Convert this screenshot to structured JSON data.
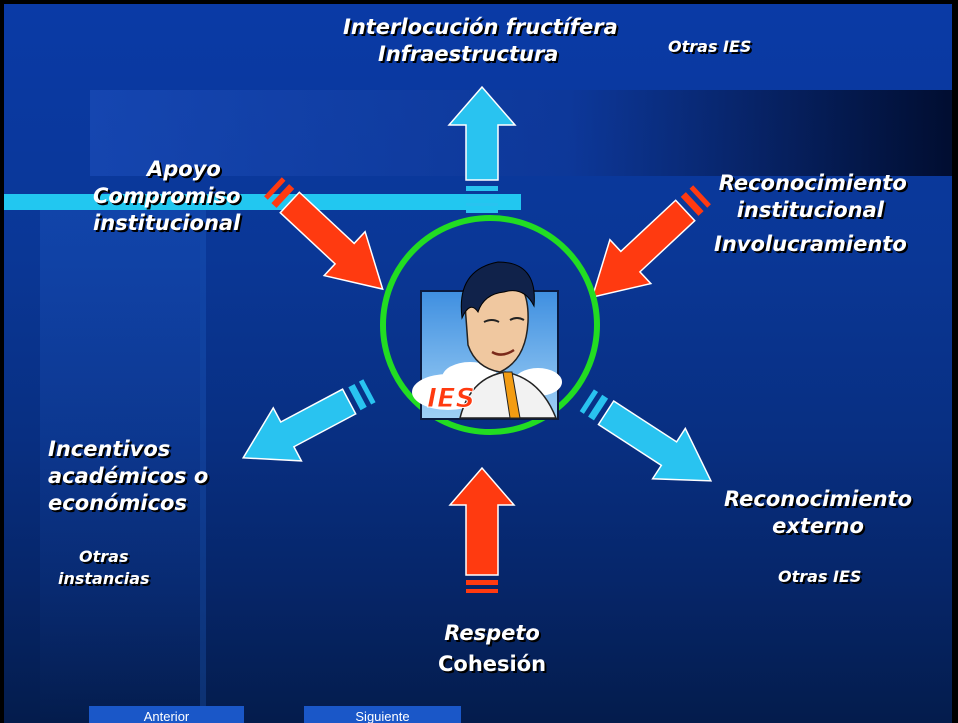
{
  "center": {
    "label": "IES"
  },
  "top": {
    "line1": "Interlocución fructífera",
    "line2": "Infraestructura",
    "extra": "Otras IES"
  },
  "top_left": {
    "line1": "Apoyo",
    "line2": "Compromiso",
    "line3": "institucional"
  },
  "top_right": {
    "line1": "Reconocimiento",
    "line2": "institucional",
    "line3": "Involucramiento"
  },
  "bottom_left": {
    "line1": "Incentivos",
    "line2": "académicos o",
    "line3": "económicos",
    "sub1": "Otras",
    "sub2": "instancias"
  },
  "bottom_right": {
    "line1": "Reconocimiento",
    "line2": "externo",
    "extra": "Otras IES"
  },
  "bottom": {
    "line1": "Respeto",
    "line2": "Cohesión"
  },
  "nav": {
    "prev": "Anterior",
    "next": "Siguiente"
  },
  "colors": {
    "incoming": "#ff3a10",
    "outgoing": "#29c3f0",
    "ring": "#22dd22",
    "background": "#0a3aa6"
  }
}
